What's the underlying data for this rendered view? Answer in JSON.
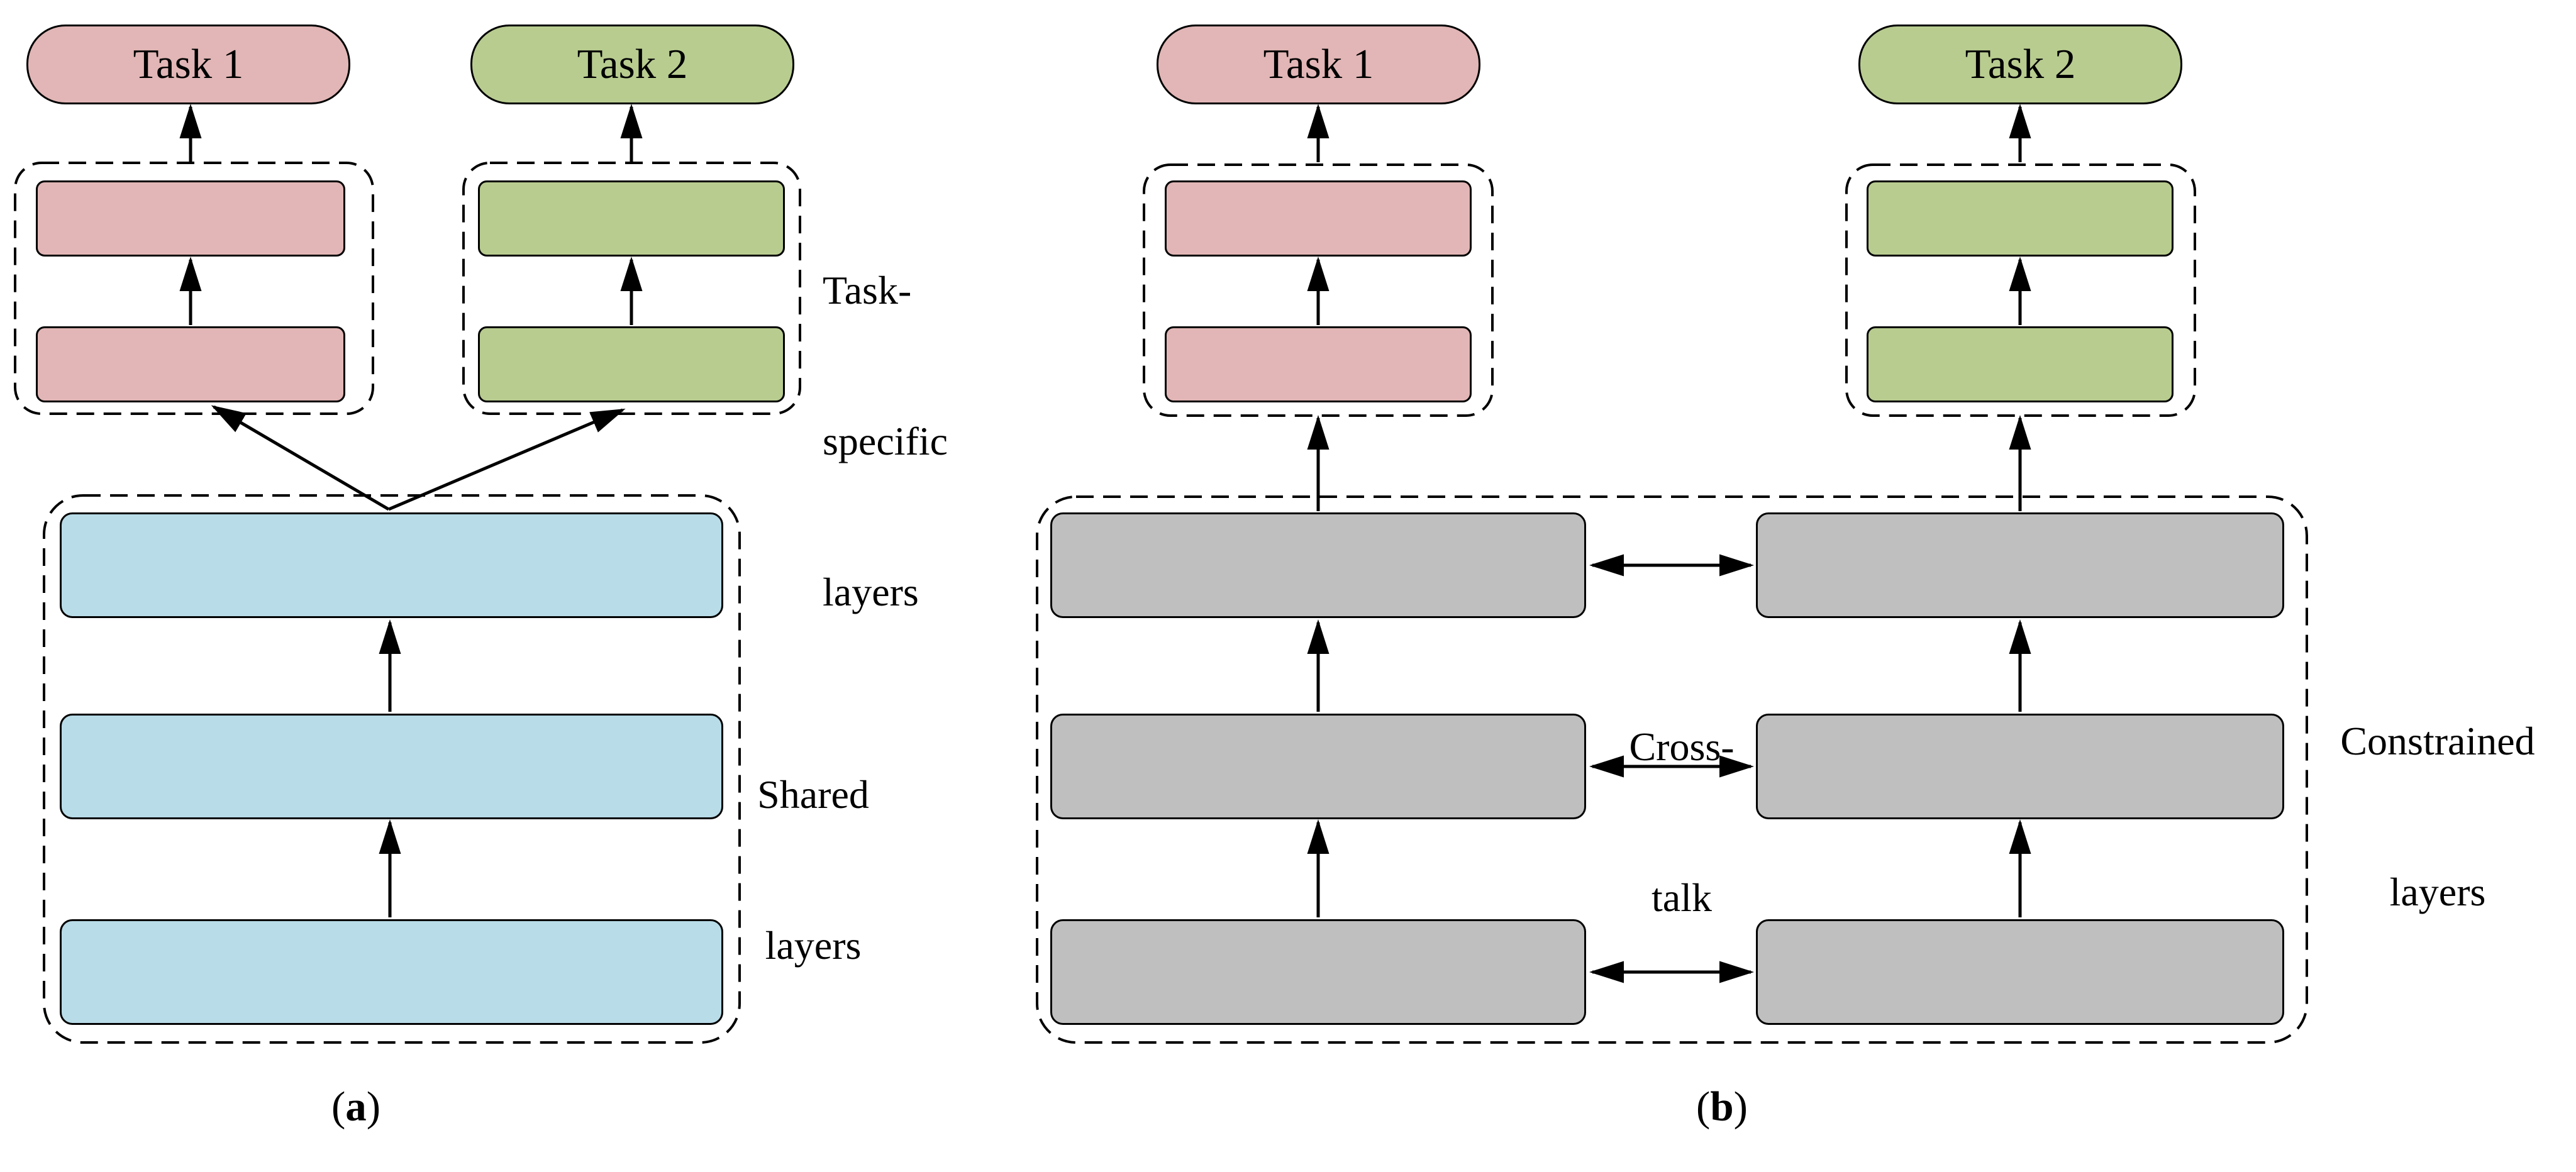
{
  "figure": {
    "panels": [
      {
        "id": "a",
        "caption": {
          "open": "(",
          "letter": "a",
          "close": ")"
        }
      },
      {
        "id": "b",
        "caption": {
          "open": "(",
          "letter": "b",
          "close": ")"
        }
      }
    ]
  },
  "tasks": {
    "task1": "Task 1",
    "task2": "Task 2"
  },
  "labels": {
    "task_specific": {
      "lines": [
        "Task-",
        "specific",
        "layers"
      ]
    },
    "shared": {
      "lines": [
        "Shared",
        "layers"
      ]
    },
    "cross_talk": {
      "lines": [
        "Cross-",
        "talk"
      ]
    },
    "constrained": {
      "lines": [
        "Constrained",
        "layers"
      ]
    }
  },
  "layers": {
    "panel_a": {
      "task1_specific_count": 2,
      "task2_specific_count": 2,
      "shared_count": 3
    },
    "panel_b": {
      "task1_specific_count": 2,
      "task2_specific_count": 2,
      "constrained_left_count": 3,
      "constrained_right_count": 3,
      "cross_talk_arrow_count": 3
    }
  },
  "icons": {
    "up_arrow": "↑",
    "bidirectional_arrow": "↔"
  },
  "colors": {
    "task1_fill": "#E2B6B6",
    "task2_fill": "#B8CC90",
    "shared_fill": "#B8DCE8",
    "constrained_fill": "#BFBFBF",
    "outline": "#000000",
    "background": "#FFFFFF"
  }
}
